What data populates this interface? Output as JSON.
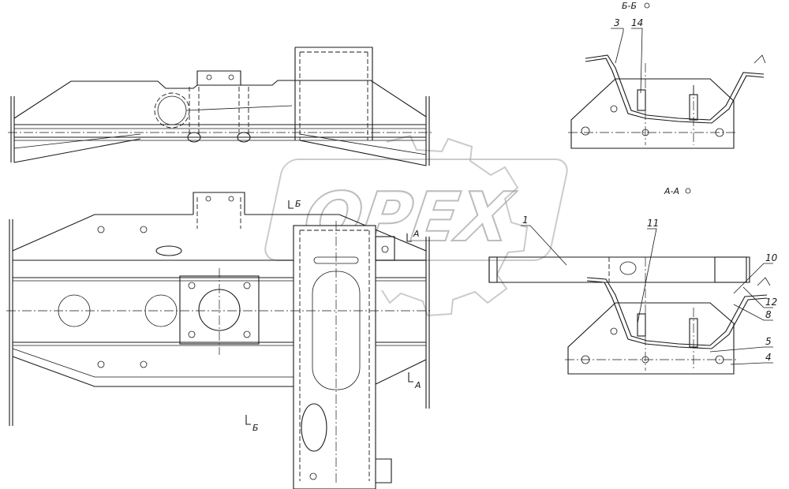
{
  "watermark": {
    "text": "OPEX"
  },
  "section_titles": {
    "bb": "Б-Б",
    "aa": "А-А"
  },
  "section_markers": {
    "a_top": "А",
    "a_bottom": "А",
    "b_top": "Б",
    "b_bottom": "Б"
  },
  "callouts": {
    "c1": "1",
    "c3": "3",
    "c4": "4",
    "c5": "5",
    "c8": "8",
    "c10": "10",
    "c11": "11",
    "c12": "12",
    "c14": "14"
  },
  "colors": {
    "line": "#1a1a1a",
    "watermark": "#9a9a9a",
    "background": "#ffffff"
  }
}
